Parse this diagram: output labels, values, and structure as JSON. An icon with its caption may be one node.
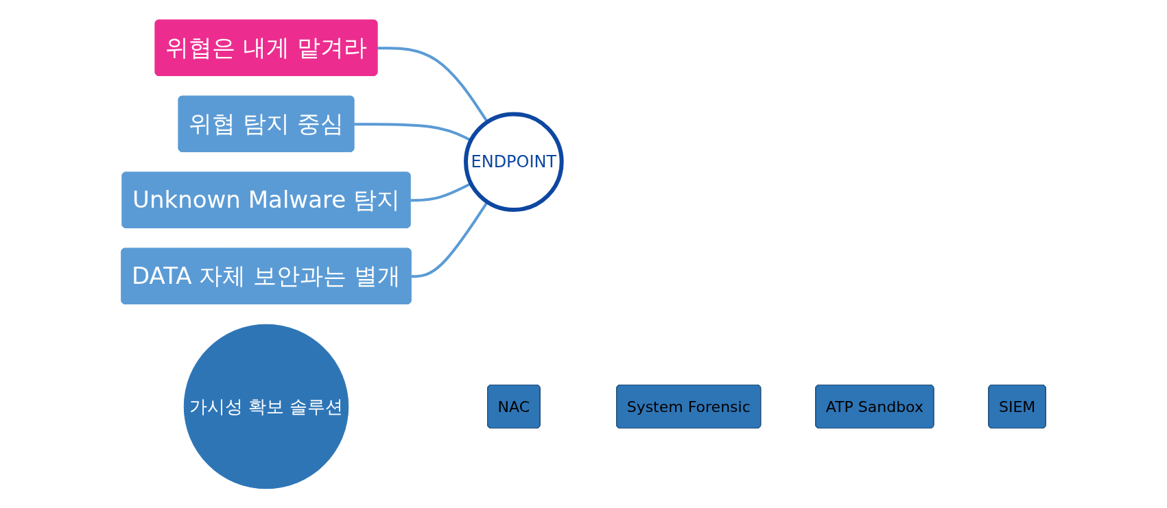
{
  "diagram": {
    "nodes": [
      {
        "text": [
          "위협은 내게 맡겨라"
        ]
      },
      {
        "text": [
          "위협 탐지 중심"
        ]
      },
      {
        "text": [
          "Unknown Malware 탐지"
        ]
      },
      {
        "text": [
          "DATA 자체 보안과는 별개"
        ]
      },
      {
        "text": [
          "ENDPOINT"
        ]
      },
      {
        "text": [
          "가시성 확보 솔루션"
        ]
      },
      {
        "text": [
          "NAC"
        ]
      },
      {
        "text": [
          "System Forensic"
        ]
      },
      {
        "text": [
          "ATP Sandbox"
        ]
      },
      {
        "text": [
          "SIEM"
        ]
      }
    ],
    "edges": [
      {
        "from": 0,
        "to": 4,
        "arrow": "none"
      },
      {
        "from": 1,
        "to": 4,
        "arrow": "none"
      },
      {
        "from": 2,
        "to": 4,
        "arrow": "none"
      },
      {
        "from": 3,
        "to": 4,
        "arrow": "none"
      }
    ]
  }
}
